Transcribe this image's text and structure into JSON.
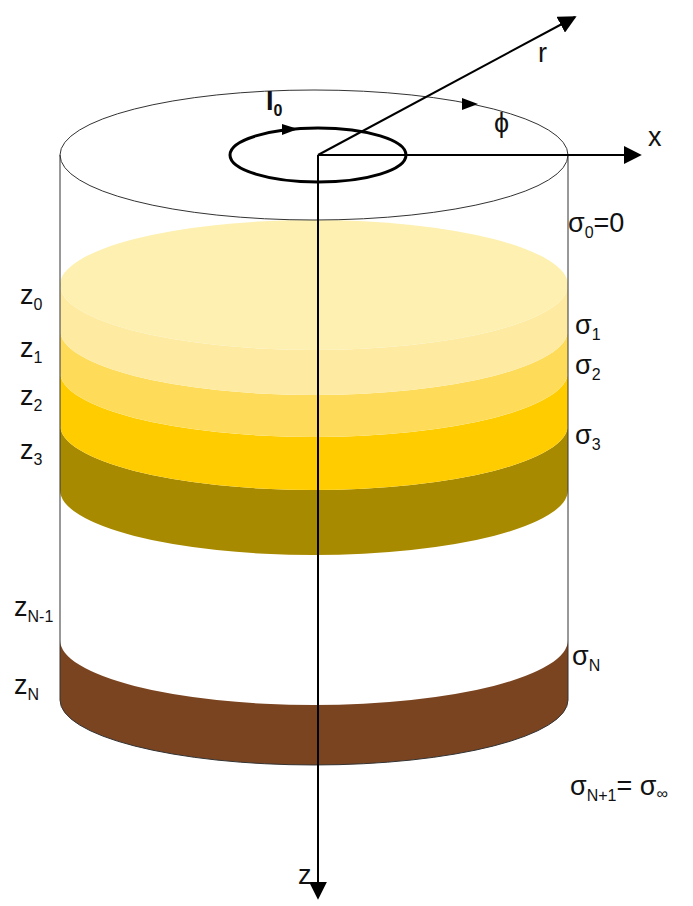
{
  "diagram": {
    "labels": [
      "I",
      "0",
      "r",
      "ϕ",
      "x",
      "σ",
      "0",
      "=0",
      "z",
      "0",
      "σ",
      "1",
      "z",
      "1",
      "σ",
      "2",
      "z",
      "2",
      "σ",
      "3",
      "z",
      "3",
      "z",
      "N-1",
      "σ",
      "N",
      "z",
      "N",
      "σ",
      "N+1",
      "= σ",
      "∞",
      "z"
    ]
  }
}
